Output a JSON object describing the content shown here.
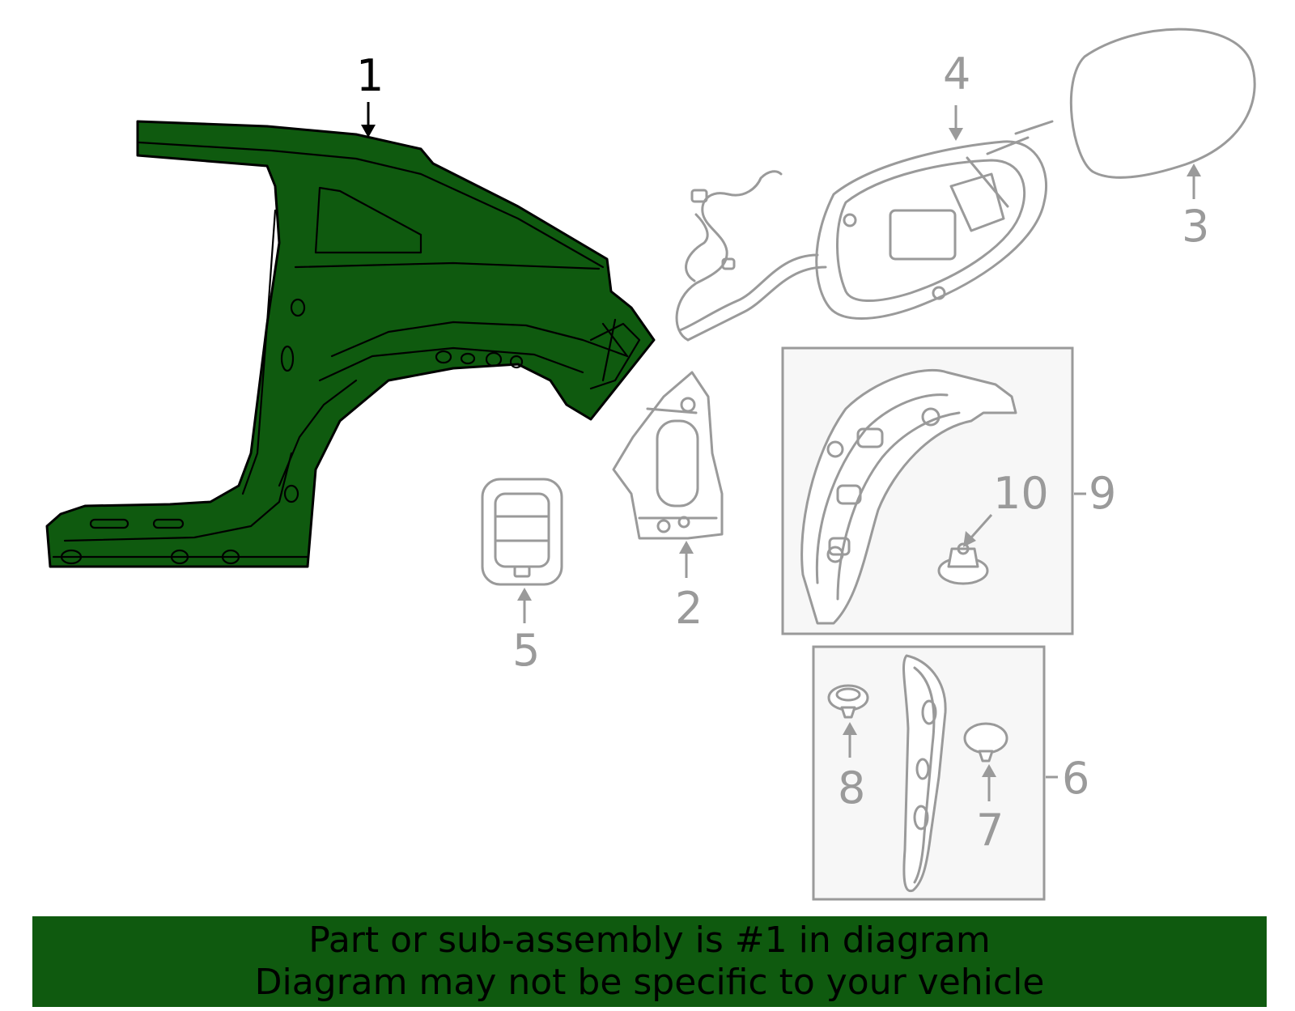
{
  "callouts": {
    "c1": "1",
    "c2": "2",
    "c3": "3",
    "c4": "4",
    "c5": "5",
    "c6": "6",
    "c7": "7",
    "c8": "8",
    "c9": "9",
    "c10": "10"
  },
  "highlighted_part": "1",
  "colors": {
    "highlight": "#0f5a0f",
    "parts": "#9a9a9a",
    "banner": "#0f5a0f"
  },
  "banner": {
    "line1": "Part or sub-assembly is #1 in diagram",
    "line2": "Diagram may not be specific to your vehicle"
  }
}
